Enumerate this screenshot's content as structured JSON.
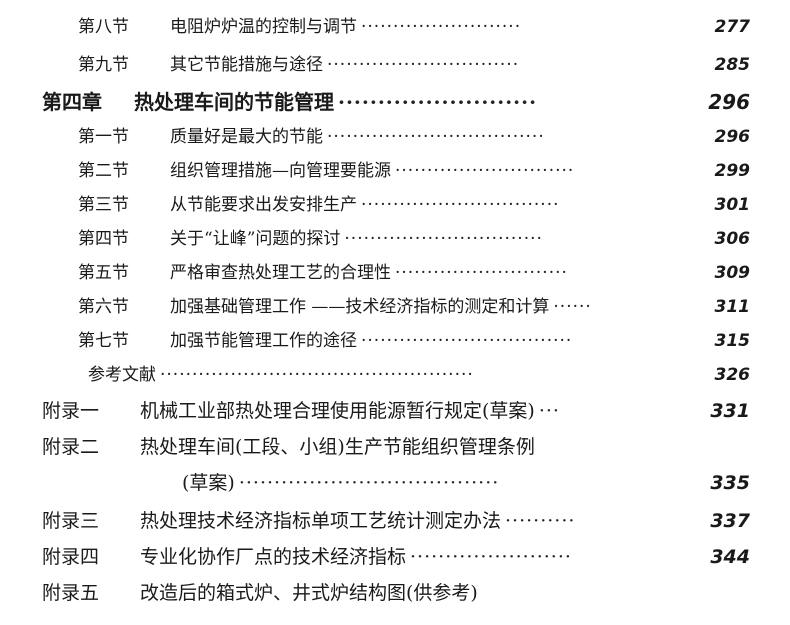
{
  "toc": {
    "entries": [
      {
        "num": "第八节",
        "title": "电阻炉炉温的控制与调节",
        "leader": "·························",
        "page": "277"
      },
      {
        "num": "第九节",
        "title": "其它节能措施与途径",
        "leader": "······························",
        "page": "285"
      },
      {
        "num": "第四章",
        "title": "热处理车间的节能管理",
        "leader": "·························",
        "page": "296"
      },
      {
        "num": "第一节",
        "title": "质量好是最大的节能",
        "leader": "··································",
        "page": "296"
      },
      {
        "num": "第二节",
        "title": "组织管理措施—向管理要能源",
        "leader": "····························",
        "page": "299"
      },
      {
        "num": "第三节",
        "title": "从节能要求出发安排生产",
        "leader": "·······························",
        "page": "301"
      },
      {
        "num": "第四节",
        "title": "关于“让峰”问题的探讨",
        "leader": "·······························",
        "page": "306"
      },
      {
        "num": "第五节",
        "title": "严格审查热处理工艺的合理性",
        "leader": "···························",
        "page": "309"
      },
      {
        "num": "第六节",
        "title": "加强基础管理工作 ——技术经济指标的测定和计算",
        "leader": "······",
        "page": "311"
      },
      {
        "num": "第七节",
        "title": "加强节能管理工作的途径",
        "leader": "·································",
        "page": "315"
      },
      {
        "title": "参考文献",
        "leader": "·················································",
        "page": "326"
      },
      {
        "num": "附录一",
        "title": "机械工业部热处理合理使用能源暂行规定(草案)",
        "leader": "···",
        "page": "331"
      },
      {
        "num": "附录二",
        "title": "热处理车间(工段、小组)生产节能组织管理条例"
      },
      {
        "title": "(草案)",
        "leader": "·····································",
        "page": "335"
      },
      {
        "num": "附录三",
        "title": "热处理技术经济指标单项工艺统计测定办法",
        "leader": "··········",
        "page": "337"
      },
      {
        "num": "附录四",
        "title": "专业化协作厂点的技术经济指标",
        "leader": "·······················",
        "page": "344"
      },
      {
        "num": "附录五",
        "title": "改造后的箱式炉、井式炉结构图(供参考)"
      }
    ]
  }
}
